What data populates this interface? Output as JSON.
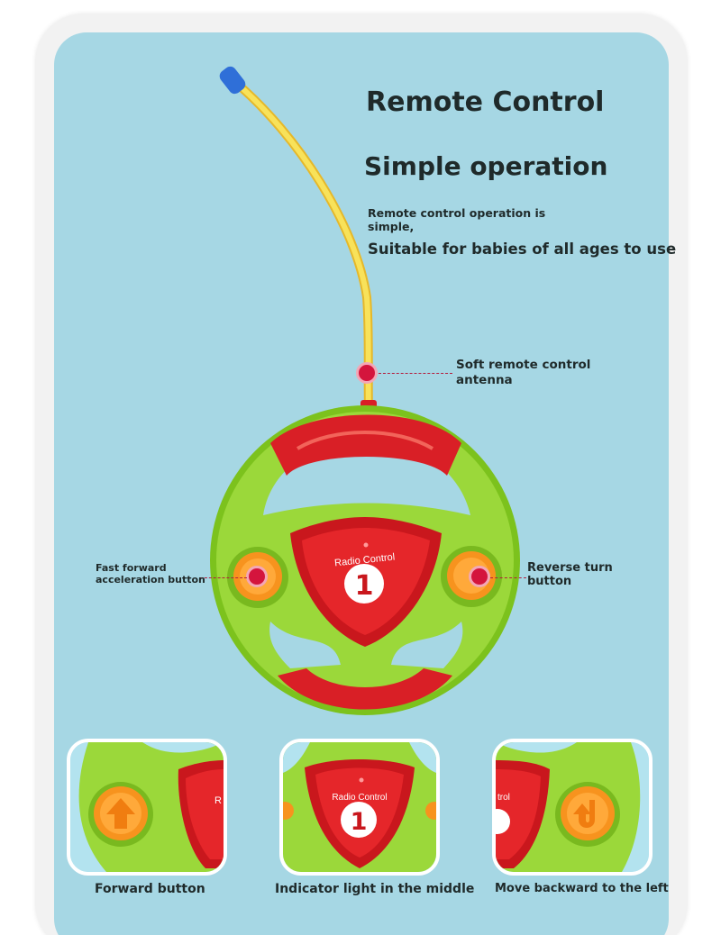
{
  "header": {
    "title": "Remote Control",
    "subtitle": "Simple operation",
    "description_small": "Remote control operation is simple,",
    "description_large": "Suitable for babies of all ages to use"
  },
  "product": {
    "badge_text": "Radio Control",
    "badge_number": "1"
  },
  "callouts": {
    "antenna": "Soft remote control antenna",
    "forward_button": "Fast forward acceleration button",
    "reverse_button": "Reverse turn button"
  },
  "details": [
    {
      "caption": "Forward button"
    },
    {
      "caption": "Indicator light in the middle"
    },
    {
      "caption": "Move backward to the left"
    }
  ],
  "colors": {
    "background_panel": "#a6d7e4",
    "wheel_green": "#8ed12a",
    "wheel_red": "#d91f26",
    "button_orange": "#f7931e",
    "antenna_yellow": "#f5d63a",
    "antenna_tip_blue": "#2f6fd8",
    "marker_red": "#d4153d"
  },
  "icons": [
    "up-arrow-icon",
    "u-turn-arrow-icon",
    "indicator-light-icon"
  ]
}
